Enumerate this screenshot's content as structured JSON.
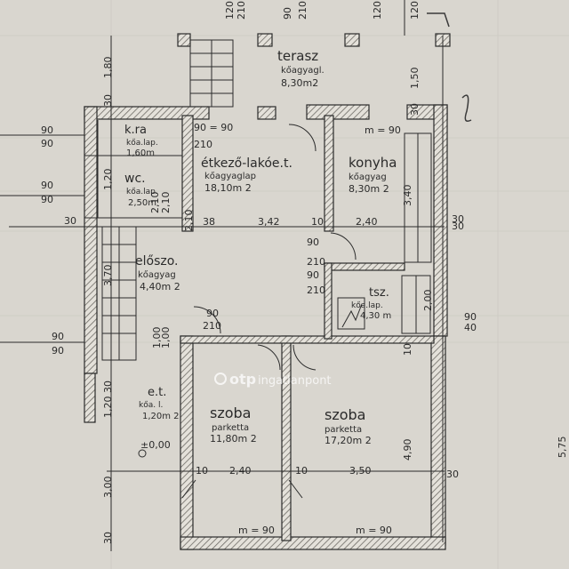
{
  "rooms": {
    "terasz": {
      "name": "terasz",
      "floor": "kőagyagl.",
      "area": "8,30m2"
    },
    "kamra": {
      "name": "k.ra",
      "floor": "kőa.lap.",
      "area": "1,60m"
    },
    "etkezo": {
      "name": "étkező-lakóe.t.",
      "floor": "kőagyaglap",
      "area": "18,10m 2"
    },
    "konyha": {
      "name": "konyha",
      "floor": "kőagyag",
      "area": "8,30m 2"
    },
    "wc": {
      "name": "wc.",
      "floor": "kőa.lap.",
      "area": "2,50m"
    },
    "eloszoba": {
      "name": "előszo.",
      "floor": "kőagyag",
      "area": "4,40m 2"
    },
    "tarolo": {
      "name": "tsz.",
      "floor": "kőa.lap.",
      "area": "4,30 m"
    },
    "et": {
      "name": "e.t.",
      "floor": "kőa. l.",
      "area": "1,20m 2"
    },
    "szoba1": {
      "name": "szoba",
      "floor": "parketta",
      "area": "11,80m 2"
    },
    "szoba2": {
      "name": "szoba",
      "floor": "parketta",
      "area": "17,20m 2"
    }
  },
  "dims": {
    "top": [
      "120",
      "210",
      "90",
      "210",
      "120",
      "120"
    ],
    "right": [
      "1,50",
      "30",
      "3,40",
      "30",
      "10",
      "90",
      "40",
      "4,90",
      "30",
      "5,75"
    ],
    "left": [
      "1,80",
      "30",
      "90",
      "90",
      "90",
      "90",
      "30",
      "3,70",
      "90",
      "90",
      "30",
      "1,20",
      "3,00",
      "30"
    ],
    "inner": [
      "90 = 90",
      "210",
      "m = 90",
      "38",
      "3,42",
      "10",
      "2,40",
      "30",
      "90",
      "210",
      "90",
      "210",
      "90",
      "210",
      "1,00",
      "2,10",
      "10",
      "2,40",
      "10",
      "3,50",
      "m = 90",
      "m = 90",
      "±0,00",
      "2,10",
      "1,20",
      "1,00",
      "2,00",
      "2,10"
    ]
  },
  "watermark": {
    "brand": "otp",
    "rest": "ingatlanpont"
  },
  "colors": {
    "paper": "#d9d6cf",
    "ink": "#2b2b2b",
    "wall_hatch": "#8a8780"
  }
}
